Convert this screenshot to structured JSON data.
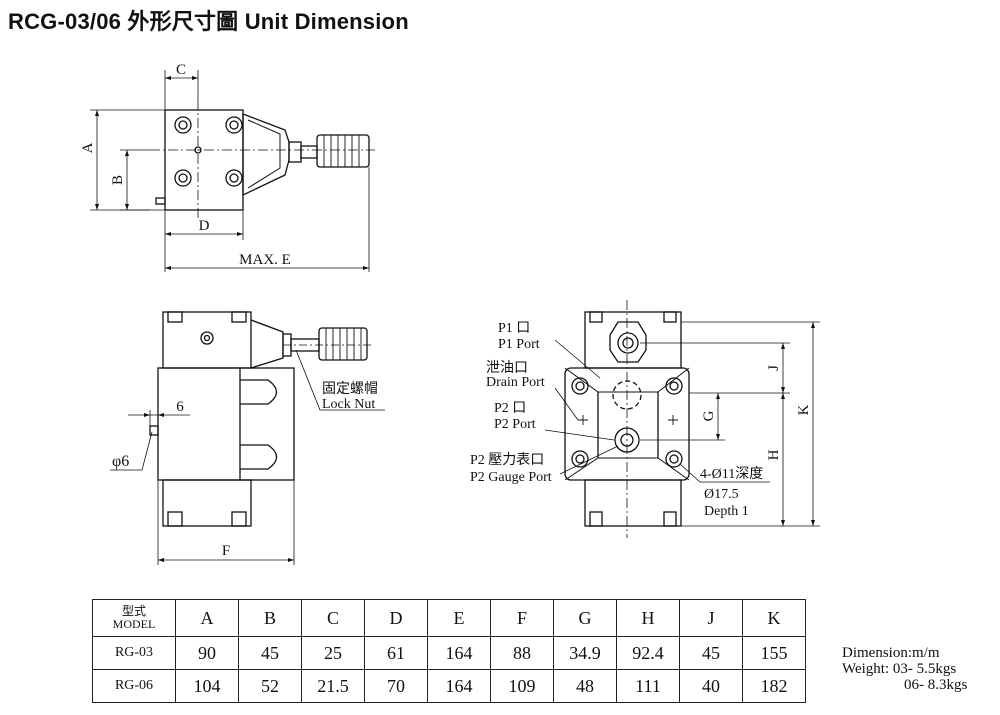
{
  "title": "RCG-03/06 外形尺寸圖  Unit Dimension",
  "labels": {
    "c": "C",
    "a": "A",
    "b": "B",
    "d": "D",
    "max_e": "MAX. E",
    "six": "6",
    "phi6": "φ6",
    "f": "F",
    "lock_nut_cn": "固定螺帽",
    "lock_nut_en": "Lock Nut",
    "p1_cn": "P1 口",
    "p1_en": "P1 Port",
    "drain_cn": "泄油口",
    "drain_en": "Drain Port",
    "p2_cn": "P2 口",
    "p2_en": "P2 Port",
    "gauge_cn": "P2 壓力表口",
    "gauge_en": "P2 Gauge Port",
    "holes_1": "4-Ø11深度",
    "holes_2": "Ø17.5",
    "holes_3": "Depth  1",
    "j": "J",
    "g": "G",
    "h": "H",
    "k": "K"
  },
  "table": {
    "model_cn": "型式",
    "model_en": "MODEL",
    "headers": [
      "A",
      "B",
      "C",
      "D",
      "E",
      "F",
      "G",
      "H",
      "J",
      "K"
    ],
    "rows": [
      {
        "model": "RG-03",
        "values": [
          "90",
          "45",
          "25",
          "61",
          "164",
          "88",
          "34.9",
          "92.4",
          "45",
          "155"
        ]
      },
      {
        "model": "RG-06",
        "values": [
          "104",
          "52",
          "21.5",
          "70",
          "164",
          "109",
          "48",
          "111",
          "40",
          "182"
        ]
      }
    ]
  },
  "specs": {
    "dimension": "Dimension:m/m",
    "weight_1": "Weight: 03- 5.5kgs",
    "weight_2": "06- 8.3kgs"
  }
}
